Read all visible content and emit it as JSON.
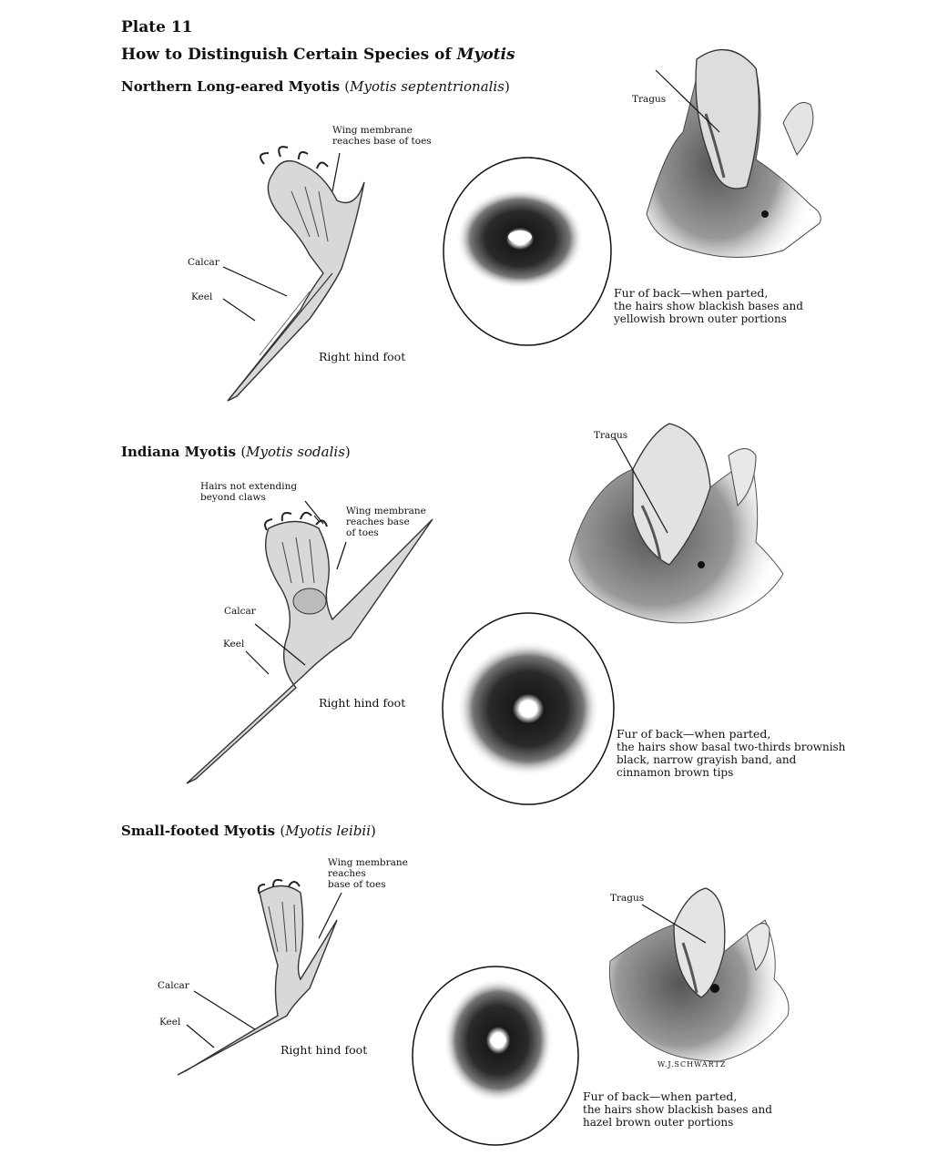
{
  "header": {
    "plate": "Plate 11",
    "title_main": "How to Distinguish Certain Species of ",
    "title_genus": "Myotis"
  },
  "sections": [
    {
      "common": "Northern Long-eared Myotis",
      "scientific": "Myotis septentrionalis",
      "labels": {
        "wing_membrane": "Wing membrane\nreaches base of toes",
        "calcar": "Calcar",
        "keel": "Keel",
        "foot": "Right hind foot",
        "tragus": "Tragus"
      },
      "fur_caption": [
        "Fur of back—when parted,",
        "the hairs show blackish bases and",
        "yellowish brown outer portions"
      ]
    },
    {
      "common": "Indiana Myotis",
      "scientific": "Myotis sodalis",
      "labels": {
        "hairs": "Hairs not extending\nbeyond claws",
        "wing_membrane": "Wing membrane\nreaches base\nof toes",
        "calcar": "Calcar",
        "keel": "Keel",
        "foot": "Right hind foot",
        "tragus": "Tragus"
      },
      "fur_caption": [
        "Fur of back—when parted,",
        "the hairs show basal two-thirds brownish",
        "black, narrow grayish band, and",
        "cinnamon brown tips"
      ]
    },
    {
      "common": "Small-footed Myotis",
      "scientific": "Myotis leibii",
      "labels": {
        "wing_membrane": "Wing membrane\nreaches\nbase of toes",
        "calcar": "Calcar",
        "keel": "Keel",
        "foot": "Right hind foot",
        "tragus": "Tragus"
      },
      "fur_caption": [
        "Fur of back—when parted,",
        "the hairs show blackish bases and",
        "hazel brown outer portions"
      ]
    }
  ],
  "signature": "W.J.SCHWARTZ"
}
